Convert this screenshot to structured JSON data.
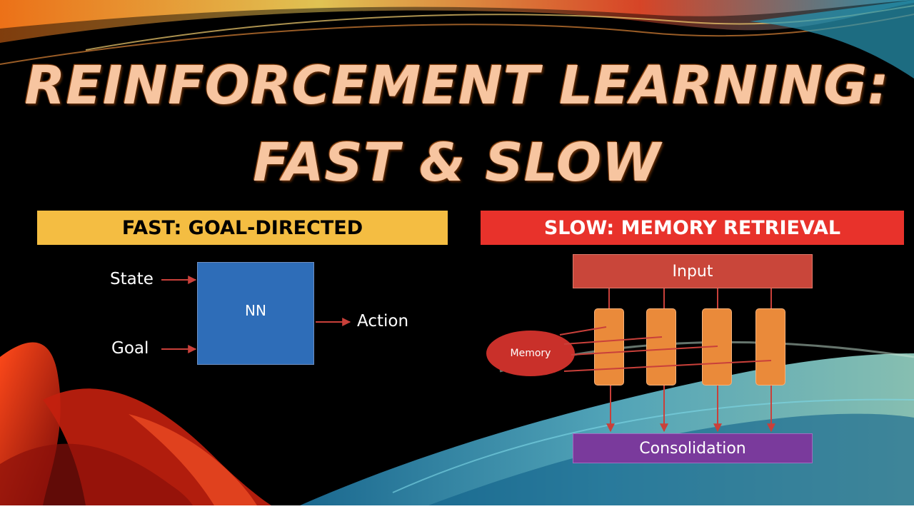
{
  "title": {
    "line1": "REINFORCEMENT LEARNING:",
    "line2": "FAST & SLOW"
  },
  "fast": {
    "banner": "FAST: GOAL-DIRECTED",
    "inputs": [
      "State",
      "Goal"
    ],
    "network": "NN",
    "output": "Action"
  },
  "slow": {
    "banner": "SLOW: MEMORY RETRIEVAL",
    "input": "Input",
    "memory": "Memory",
    "output": "Consolidation"
  },
  "colors": {
    "fast_banner": "#f4bd42",
    "slow_banner": "#e8322b",
    "nn_box": "#2e6db8",
    "input_box": "#c9463a",
    "memory_units": "#ea8a3a",
    "memory_ellipse": "#c9302a",
    "consolidation_box": "#7a3a9c",
    "arrows": "#c9403a"
  }
}
